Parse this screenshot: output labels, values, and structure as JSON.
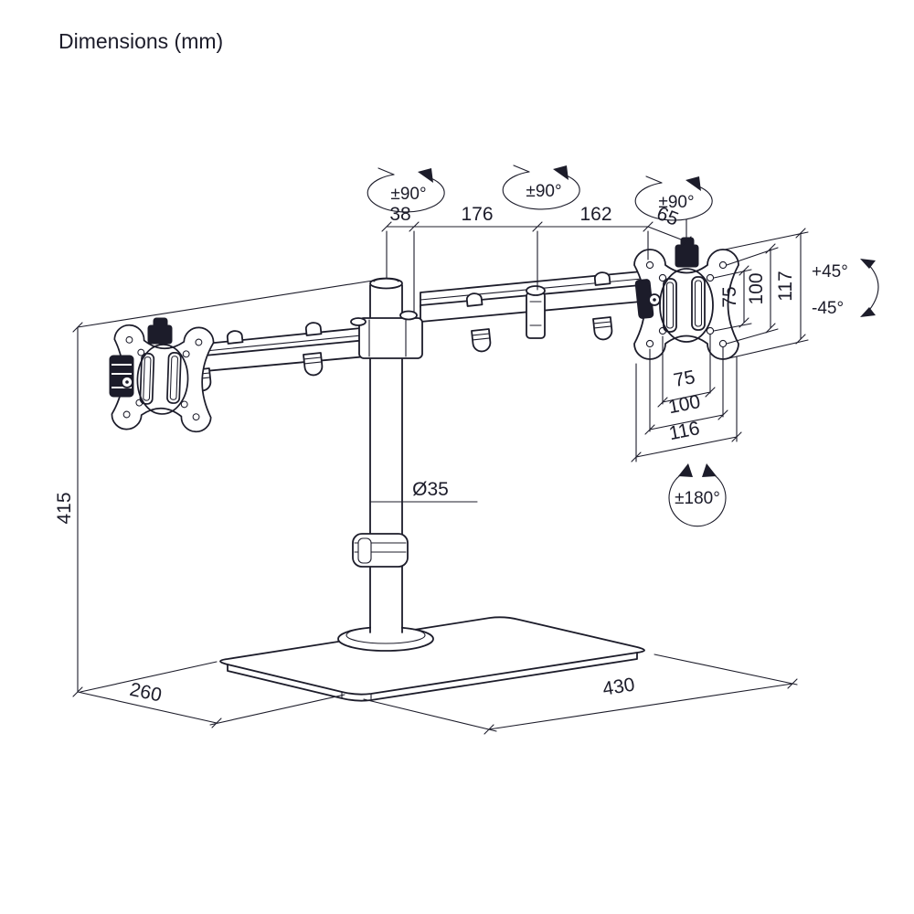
{
  "title": "Dimensions (mm)",
  "labels": {
    "swivel1": "±90°",
    "swivel2": "±90°",
    "swivel3": "±90°",
    "top_38": "38",
    "top_176": "176",
    "top_162": "162",
    "diag_65": "65",
    "tilt_up": "+45°",
    "tilt_down": "-45°",
    "right_75": "75",
    "right_100": "100",
    "right_117": "117",
    "bottom_75": "75",
    "bottom_100": "100",
    "bottom_116": "116",
    "rotate_180": "±180°",
    "pole_dia": "Ø35",
    "height_415": "415",
    "depth_260": "260",
    "width_430": "430"
  },
  "colors": {
    "line": "#1c1c2a",
    "background": "#ffffff"
  }
}
